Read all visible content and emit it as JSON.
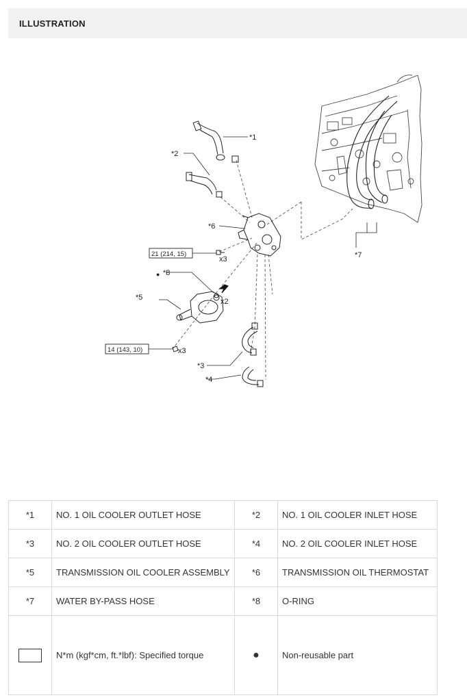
{
  "header": {
    "title": "ILLUSTRATION"
  },
  "diagram": {
    "callouts": {
      "c1": "*1",
      "c2": "*2",
      "c3": "*3",
      "c4": "*4",
      "c5": "*5",
      "c6": "*6",
      "c7": "*7",
      "c8": "*8"
    },
    "quantities": {
      "q1": "x3",
      "q2": "x2",
      "q3": "x3"
    },
    "torque_labels": {
      "t1": "21 (214, 15)",
      "t2": "14 (143, 10)"
    },
    "bullet_mark": "●"
  },
  "legend": {
    "rows": [
      {
        "code1": "*1",
        "name1": "NO. 1 OIL COOLER OUTLET HOSE",
        "code2": "*2",
        "name2": "NO. 1 OIL COOLER INLET HOSE"
      },
      {
        "code1": "*3",
        "name1": "NO. 2 OIL COOLER OUTLET HOSE",
        "code2": "*4",
        "name2": "NO. 2 OIL COOLER INLET HOSE"
      },
      {
        "code1": "*5",
        "name1": "TRANSMISSION OIL COOLER ASSEMBLY",
        "code2": "*6",
        "name2": "TRANSMISSION OIL THERMOSTAT"
      },
      {
        "code1": "*7",
        "name1": "WATER BY-PASS HOSE",
        "code2": "*8",
        "name2": "O-RING"
      }
    ],
    "symbols": {
      "torque_desc": "N*m (kgf*cm, ft.*lbf): Specified torque",
      "bullet": "●",
      "bullet_desc": "Non-reusable part"
    }
  }
}
